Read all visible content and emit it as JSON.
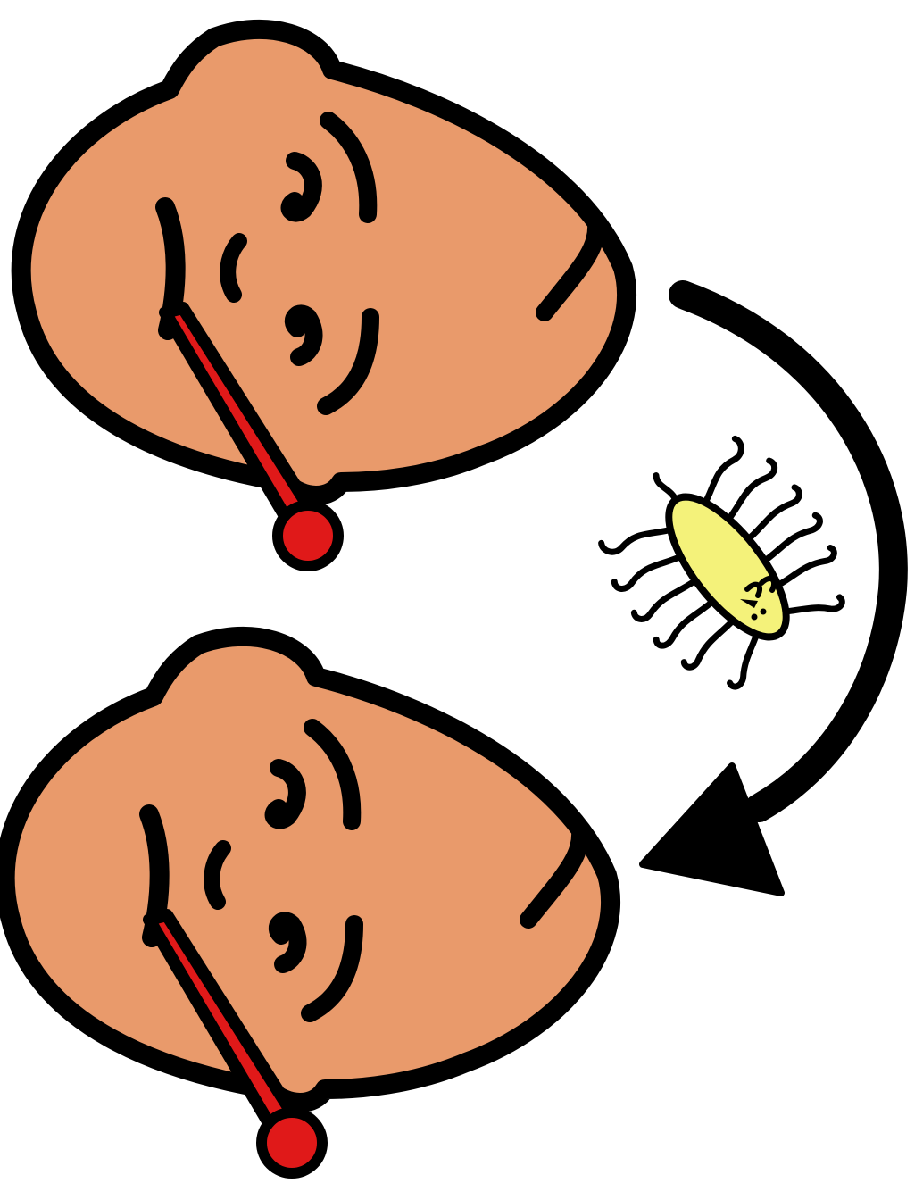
{
  "colors": {
    "background": "#ffffff",
    "skin": "#E99A6B",
    "outline": "#000000",
    "thermometer": "#E01919",
    "germ_body": "#F4F27A"
  },
  "figures": [
    {
      "name": "sick-face-with-thermometer",
      "icon": "sick-face-icon"
    },
    {
      "name": "sick-face-with-thermometer",
      "icon": "sick-face-icon"
    }
  ],
  "germ": {
    "icon": "germ-icon"
  },
  "arrow": {
    "icon": "curved-arrow-icon",
    "direction": "clockwise-down-left"
  }
}
